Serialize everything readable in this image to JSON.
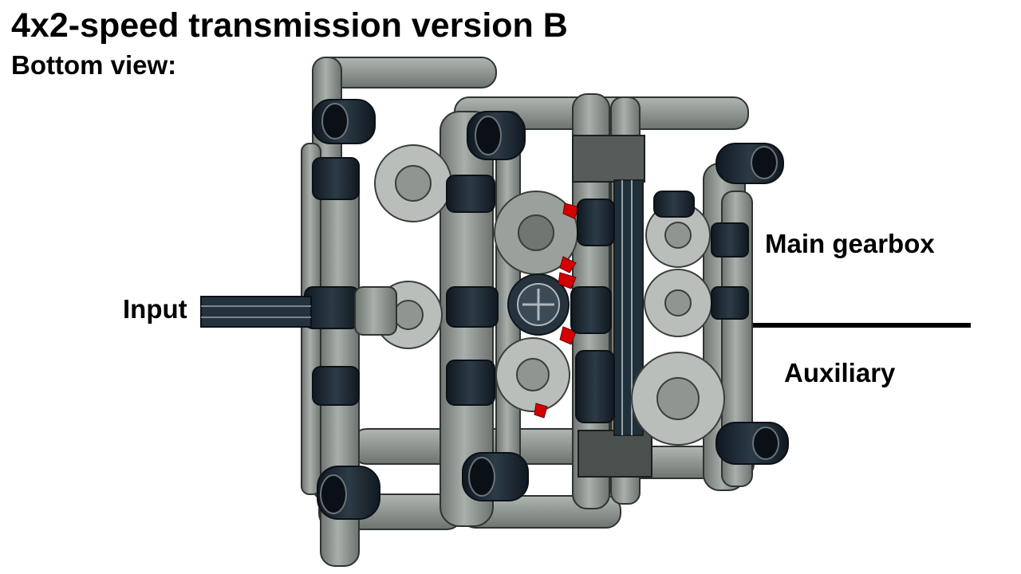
{
  "header": {
    "title": "4x2-speed transmission version B",
    "subtitle": "Bottom view:"
  },
  "labels": {
    "input": "Input",
    "main_gearbox": "Main gearbox",
    "auxiliary": "Auxiliary"
  },
  "colors": {
    "beam_grey": "#8e9590",
    "beam_dark_outline": "#3a3f3c",
    "connector_dark_blue": "#1e2b35",
    "gear_light_grey": "#b9bebb",
    "accent_red": "#d40000"
  }
}
